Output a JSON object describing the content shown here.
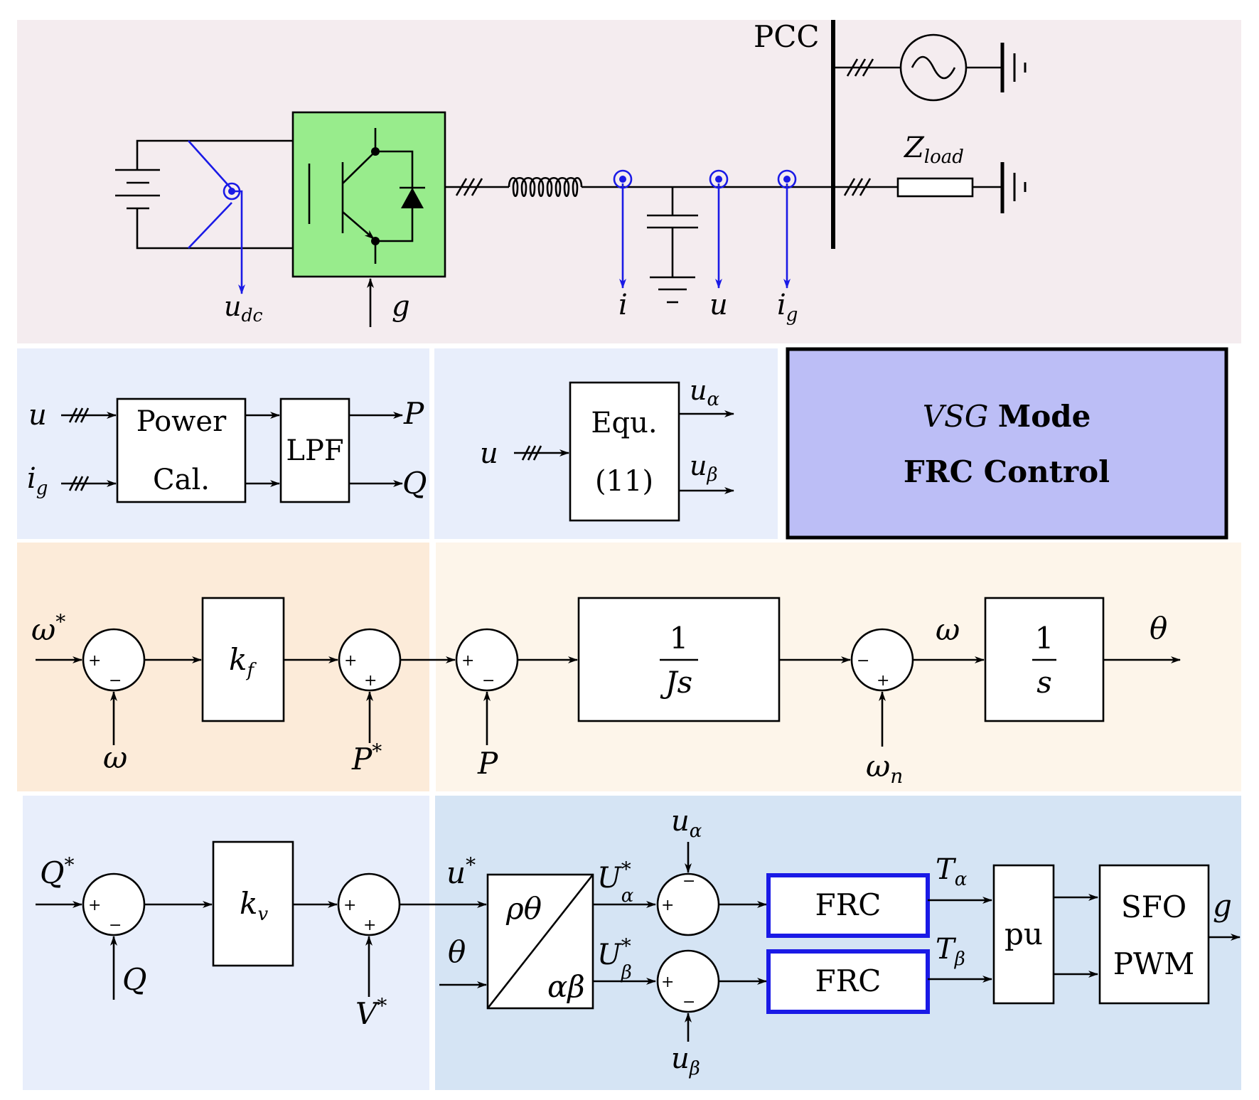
{
  "colors": {
    "power_stage_bg": "#f4ecef",
    "power_calc_bg": "#e8eefb",
    "equ_bg": "#e8eefb",
    "mode_box_fill": "#bcbef6",
    "freq_ctrl_bg": "#fcebd9",
    "inertia_bg": "#fdf5ea",
    "voltage_ctrl_bg": "#e8eefb",
    "frc_stage_bg": "#d5e4f4",
    "igbt_fill": "#98ec8c",
    "frc_border": "#1a1ae6",
    "sensor_blue": "#1a1ae6"
  },
  "power_stage": {
    "pcc_label": "PCC",
    "load_label_main": "Z",
    "load_label_sub": "load",
    "udc_main": "u",
    "udc_sub": "dc",
    "gate_label": "g",
    "current_label": "i",
    "voltage_label": "u",
    "grid_current_main": "i",
    "grid_current_sub": "g",
    "source_icon": "ac-source-icon",
    "ground_icon": "ground-icon"
  },
  "power_calc": {
    "in_u": "u",
    "in_ig_main": "i",
    "in_ig_sub": "g",
    "block_line1": "Power",
    "block_line2": "Cal.",
    "lpf": "LPF",
    "out_p": "P",
    "out_q": "Q"
  },
  "equ_block": {
    "in_u": "u",
    "line1": "Equ.",
    "line2": "(11)",
    "out1_main": "u",
    "out1_sub": "α",
    "out2_main": "u",
    "out2_sub": "β"
  },
  "mode_box": {
    "line1_italic": "VSG",
    "line1_bold": "Mode",
    "line2": "FRC Control"
  },
  "freq_loop": {
    "omega_ref_main": "ω",
    "omega_ref_sup": "*",
    "omega_fb": "ω",
    "kf_main": "k",
    "kf_sub": "f",
    "p_ref_main": "P",
    "p_ref_sup": "*",
    "p_fb": "P",
    "inertia_num": "1",
    "inertia_den": "Js",
    "omega_out": "ω",
    "omega_n_main": "ω",
    "omega_n_sub": "n",
    "integ_num": "1",
    "integ_den": "s",
    "theta_out": "θ",
    "plus": "+",
    "minus": "−"
  },
  "volt_loop": {
    "q_ref_main": "Q",
    "q_ref_sup": "*",
    "q_fb": "Q",
    "kv_main": "k",
    "kv_sub": "v",
    "v_ref_main": "V",
    "v_ref_sup": "*",
    "u_star_main": "u",
    "u_star_sup": "*",
    "theta_in": "θ",
    "transform_top": "ρθ",
    "transform_bottom": "αβ",
    "ua_ref_main": "U",
    "ua_ref_sub": "α",
    "ua_ref_sup": "*",
    "ub_ref_main": "U",
    "ub_ref_sub": "β",
    "ub_ref_sup": "*",
    "ua_fb_main": "u",
    "ua_fb_sub": "α",
    "ub_fb_main": "u",
    "ub_fb_sub": "β",
    "frc1": "FRC",
    "frc2": "FRC",
    "ta_main": "T",
    "ta_sub": "α",
    "tb_main": "T",
    "tb_sub": "β",
    "pu": "pu",
    "sfo_line1": "SFO",
    "sfo_line2": "PWM",
    "g_out": "g"
  }
}
